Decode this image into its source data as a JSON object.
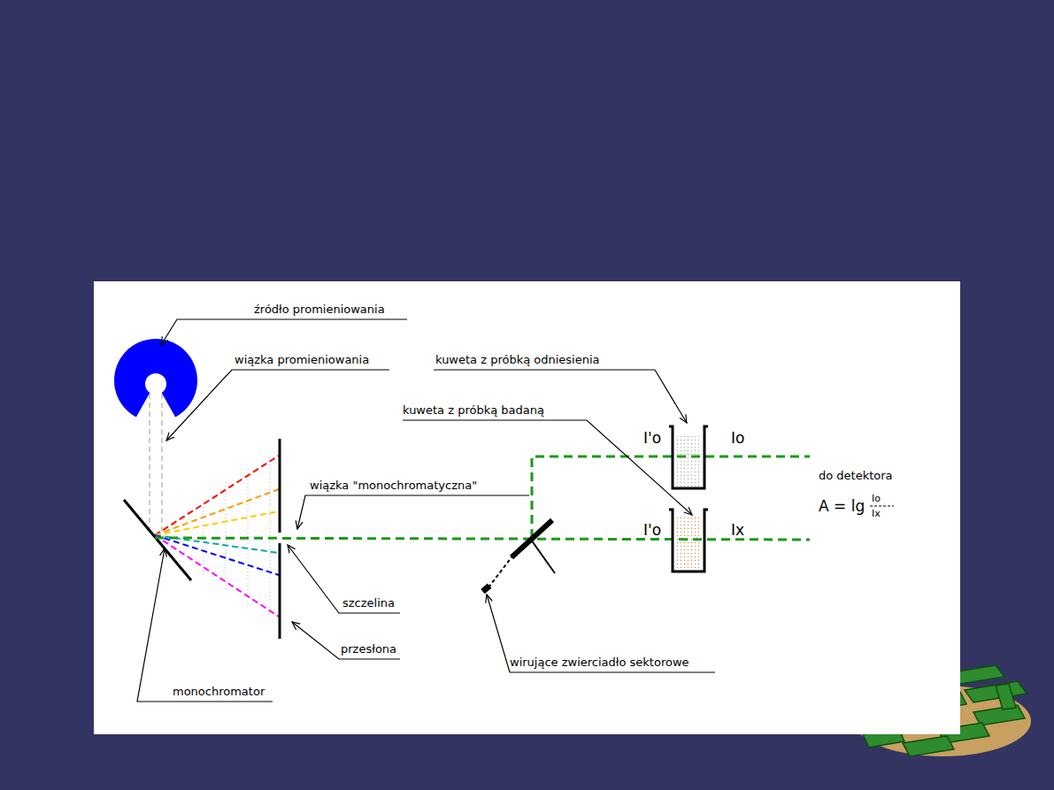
{
  "diagram": {
    "labels": [
      "źródło promieniowania",
      "wiązka promieniowania",
      "kuweta z próbką odniesienia",
      "kuweta z próbką badaną",
      "wiązka \"monochromatyczna\"",
      "I'o",
      "Io",
      "do detektora",
      "A = lg",
      "Io",
      "Ix",
      "I'o",
      "Ix",
      "szczelina",
      "przesłona",
      "wirujące zwierciadło sektorowe",
      "monochromator"
    ]
  }
}
